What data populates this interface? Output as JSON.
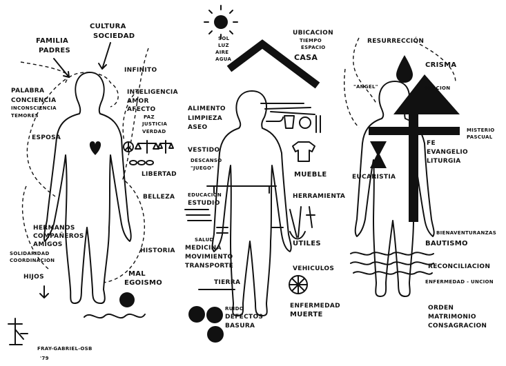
{
  "left_figure": {
    "labels": {
      "cultura": "CULTURA",
      "sociedad": "SOCIEDAD",
      "familia": "FAMILIA",
      "padres": "PADRES",
      "infinito": "INFINITO",
      "palabra": "PALABRA",
      "conciencia": "CONCIENCIA",
      "inconsciencia": "INCONSCIENCIA",
      "temores": "TEMORES",
      "inteligencia": "INTELIGENCIA",
      "amor": "AMOR",
      "afecto": "AFECTO",
      "paz": "PAZ",
      "justicia": "JUSTICIA",
      "verdad": "VERDAD",
      "esposa": "ESPOSA",
      "libertad": "LIBERTAD",
      "belleza": "BELLEZA",
      "hermanos": "HERMANOS",
      "companeros": "COMPAÑEROS",
      "amigos": "AMIGOS",
      "solidaridad": "SOLIDARIDAD",
      "coordinacion": "COORDINACION",
      "historia": "HISTORIA",
      "hijos": "HIJOS",
      "mal": "MAL",
      "egoismo": "EGOISMO"
    }
  },
  "middle_figure": {
    "labels": {
      "sol": "SOL",
      "luz": "LUZ",
      "aire": "AIRE",
      "agua": "AGUA",
      "ubicacion": "UBICACION",
      "tiempo": "TIEMPO",
      "espacio": "ESPACIO",
      "casa": "CASA",
      "alimento": "ALIMENTO",
      "limpieza": "LIMPIEZA",
      "aseo": "ASEO",
      "vestido": "VESTIDO",
      "descanso": "DESCANSO",
      "juego": "\"JUEGO\"",
      "mueble": "MUEBLE",
      "educacion": "EDUCACION",
      "estudio": "ESTUDIO",
      "herramienta": "HERRAMIENTA",
      "salud": "SALUD",
      "medicina": "MEDICINA",
      "movimiento": "MOVIMIENTO",
      "transporte": "TRANSPORTE",
      "utiles": "UTILES",
      "tierra": "TIERRA",
      "vehiculos": "VEHICULOS",
      "ruido": "RUIDO",
      "defectos": "DEFECTOS",
      "basura": "BASURA",
      "enfermedad": "ENFERMEDAD",
      "muerte": "MUERTE"
    }
  },
  "right_figure": {
    "labels": {
      "resurreccion": "RESURRECCIÓN",
      "crisma": "CRISMA",
      "angel": "\"ANGEL\"",
      "oracion": "ORACION",
      "misterio": "MISTERIO",
      "pascual": "PASCUAL",
      "fe": "FE",
      "evangelio": "EVANGELIO",
      "liturgia": "LITURGIA",
      "eucaristia": "EUCARISTIA",
      "bienaventuranzas": "BIENAVENTURANZAS",
      "bautismo": "BAUTISMO",
      "reconciliacion": "RECONCILIACION",
      "enfermedad_uncion": "ENFERMEDAD - UNCION",
      "orden": "ORDEN",
      "matrimonio": "MATRIMONIO",
      "consagracion": "CONSAGRACION"
    }
  },
  "signature": {
    "name": "FRAY-GABRIEL-OSB",
    "year": "'79"
  }
}
